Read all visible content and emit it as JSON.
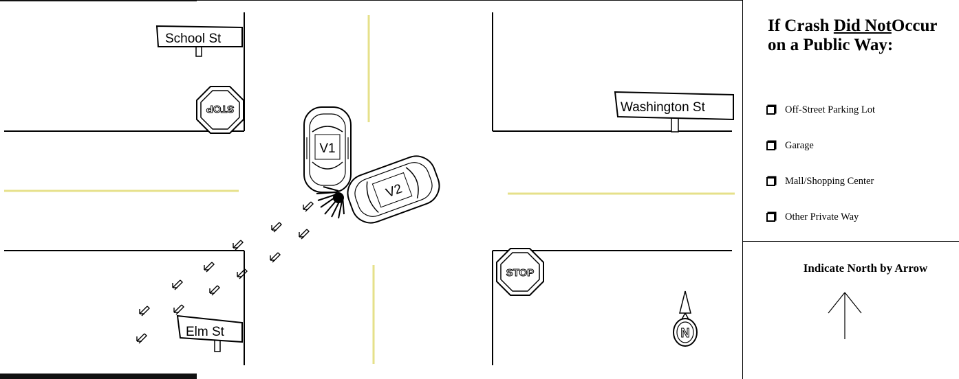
{
  "diagram": {
    "streets": {
      "school": "School St",
      "washington": "Washington St",
      "elm": "Elm St"
    },
    "stop_sign_text": "STOP",
    "vehicles": [
      "V1",
      "V2"
    ],
    "compass_letter": "N",
    "colors": {
      "road_centerline": "#e6e08a",
      "ink": "#000000"
    }
  },
  "panel": {
    "title_prefix": "If Crash ",
    "title_underlined": "Did Not",
    "title_suffix": "Occur",
    "title_line2": "on a Public Way:",
    "options": [
      "Off-Street Parking Lot",
      "Garage",
      "Mall/Shopping Center",
      "Other Private Way"
    ],
    "north_label": "Indicate North by Arrow"
  }
}
